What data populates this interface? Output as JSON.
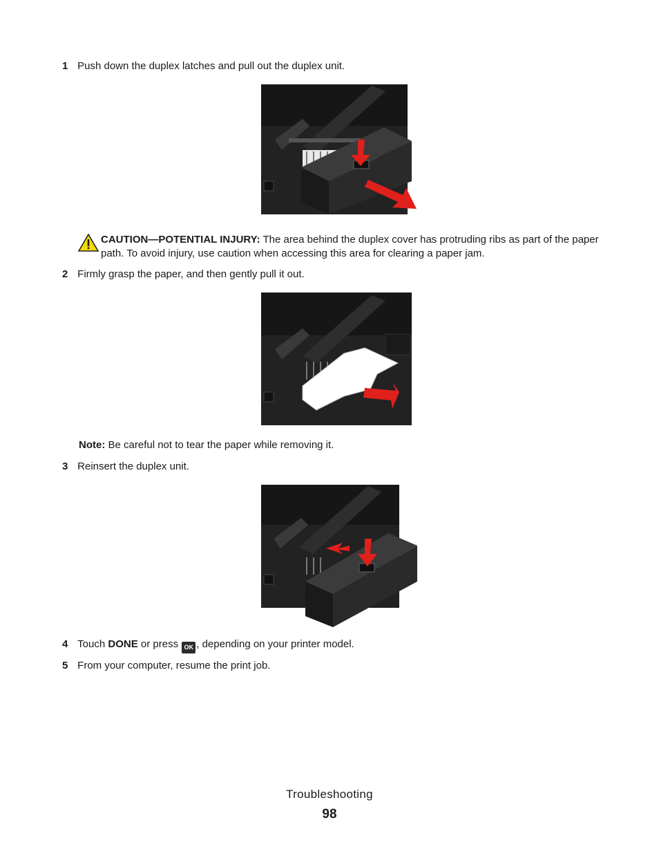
{
  "steps": [
    {
      "num": "1",
      "text": "Push down the duplex latches and pull out the duplex unit."
    },
    {
      "num": "2",
      "text": "Firmly grasp the paper, and then gently pull it out."
    },
    {
      "num": "3",
      "text": "Reinsert the duplex unit."
    },
    {
      "num": "4",
      "text_before": "Touch ",
      "bold": "DONE",
      "text_mid": " or press ",
      "button_label": "OK",
      "text_after": ", depending on your printer model."
    },
    {
      "num": "5",
      "text": "From your computer, resume the print job."
    }
  ],
  "caution": {
    "label": "CAUTION—POTENTIAL INJURY:",
    "text_line1": " The area behind the duplex cover has protruding ribs as part of the paper",
    "text_line2": "path. To avoid injury, use caution when accessing this area for clearing a paper jam.",
    "icon": "warning-triangle-icon"
  },
  "note": {
    "label": "Note:",
    "text": " Be careful not to tear the paper while removing it."
  },
  "footer": {
    "section": "Troubleshooting",
    "page": "98"
  },
  "colors": {
    "printer_dark": "#1b1b1b",
    "arrow_red": "#e0201b",
    "warning_yellow": "#f5d90a"
  }
}
